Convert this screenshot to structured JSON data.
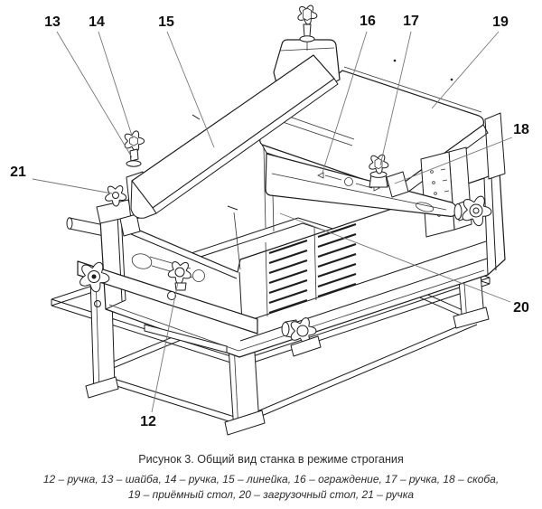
{
  "figure": {
    "caption_title": "Рисунок 3. Общий вид станка в режиме строгания",
    "caption_legend_line1": "12 – ручка, 13 – шайба, 14 – ручка, 15 – линейка, 16 – ограждение, 17 – ручка, 18 – скоба,",
    "caption_legend_line2": "19 – приёмный стол, 20 – загрузочный стол, 21 – ручка"
  },
  "callouts": [
    {
      "num": "12",
      "part": "ручка"
    },
    {
      "num": "13",
      "part": "шайба"
    },
    {
      "num": "14",
      "part": "ручка"
    },
    {
      "num": "15",
      "part": "линейка"
    },
    {
      "num": "16",
      "part": "ограждение"
    },
    {
      "num": "17",
      "part": "ручка"
    },
    {
      "num": "18",
      "part": "скоба"
    },
    {
      "num": "19",
      "part": "приёмный стол"
    },
    {
      "num": "20",
      "part": "загрузочный стол"
    },
    {
      "num": "21",
      "part": "ручка"
    }
  ],
  "colors": {
    "line": "#1c1c1c",
    "leader": "#777777",
    "background": "#ffffff"
  }
}
